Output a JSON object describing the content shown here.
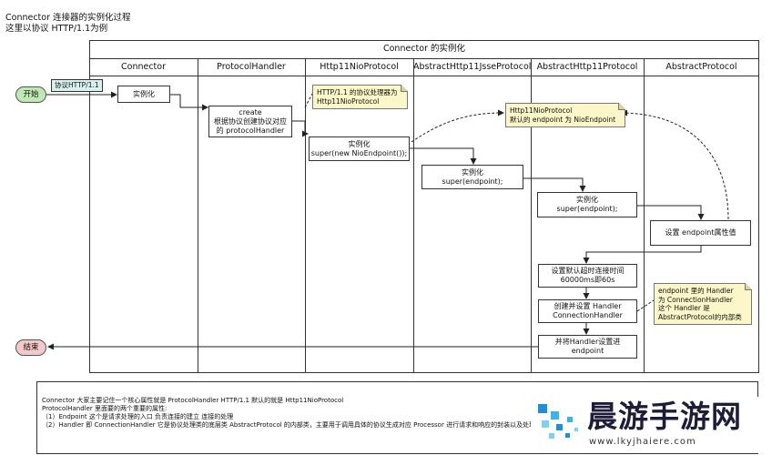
{
  "header": {
    "line1": "Connector 连接器的实例化过程",
    "line2": "这里以协议 HTTP/1.1为例"
  },
  "frame": {
    "title": "Connector 的实例化"
  },
  "lanes": [
    "Connector",
    "ProtocolHandler",
    "Http11NioProtocol",
    "AbstractHttp11JsseProtocol",
    "AbstractHttp11Protocol",
    "AbstractProtocol"
  ],
  "start": {
    "label": "开始",
    "color": "#bfe8b5"
  },
  "end": {
    "label": "结束",
    "color": "#f5c9c9"
  },
  "protocol_tag": "协议HTTP/1.1",
  "steps": {
    "instantiate": [
      "实例化"
    ],
    "create": [
      "create",
      "根据协议创建协议对应",
      "的 protocolHandler"
    ],
    "nio_super": [
      "实例化",
      "super(new NioEndpoint());"
    ],
    "jsse_super": [
      "实例化",
      "super(endpoint);"
    ],
    "http11_super": [
      "实例化",
      "super(endpoint);"
    ],
    "set_endpoint": [
      "设置 endpoint属性值"
    ],
    "timeout": [
      "设置默认超时连接时间",
      "60000ms即60s"
    ],
    "create_handler": [
      "创建并设置 Handler",
      "ConnectionHandler"
    ],
    "assign_handler": [
      "并将Handler设置进",
      "endpoint"
    ]
  },
  "notes": {
    "http11": [
      "HTTP/1.1 的协议处理器为",
      "Http11NioProtocol"
    ],
    "endpoint": [
      "Http11NioProtocol",
      "默认的 endpoint 为 NioEndpoint"
    ],
    "handler": [
      "endpoint 里的 Handler",
      "为 ConnectionHandler",
      "这个 Handler 是",
      "AbstractProtocol的内部类"
    ]
  },
  "description": [
    "Connector 大家主要记住一个核心属性就是  ProtocolHandler  HTTP/1.1 默认的就是 Http11NioProtocol",
    "ProtocolHandler 里面要的两个重要的属性:",
    "（1）Endpoint 这个是请求处理的入口 负责连接的建立 连接的处理",
    "（2）Handler 即 ConnectionHandler 它是协议处理类的底层类 AbstractProtocol 的内部类，主要用于调用具体的协议生成对应 Processor 进行请求和响应的封装以及处理 下面讲"
  ],
  "watermark": {
    "text": "晨游手游网",
    "subtext": "www.lkyjhaiere.com",
    "accent": "#1e8fe0"
  },
  "colors": {
    "note_bg": "#fbf7c8",
    "tag_bg": "#d9f1ee",
    "line": "#333333"
  }
}
